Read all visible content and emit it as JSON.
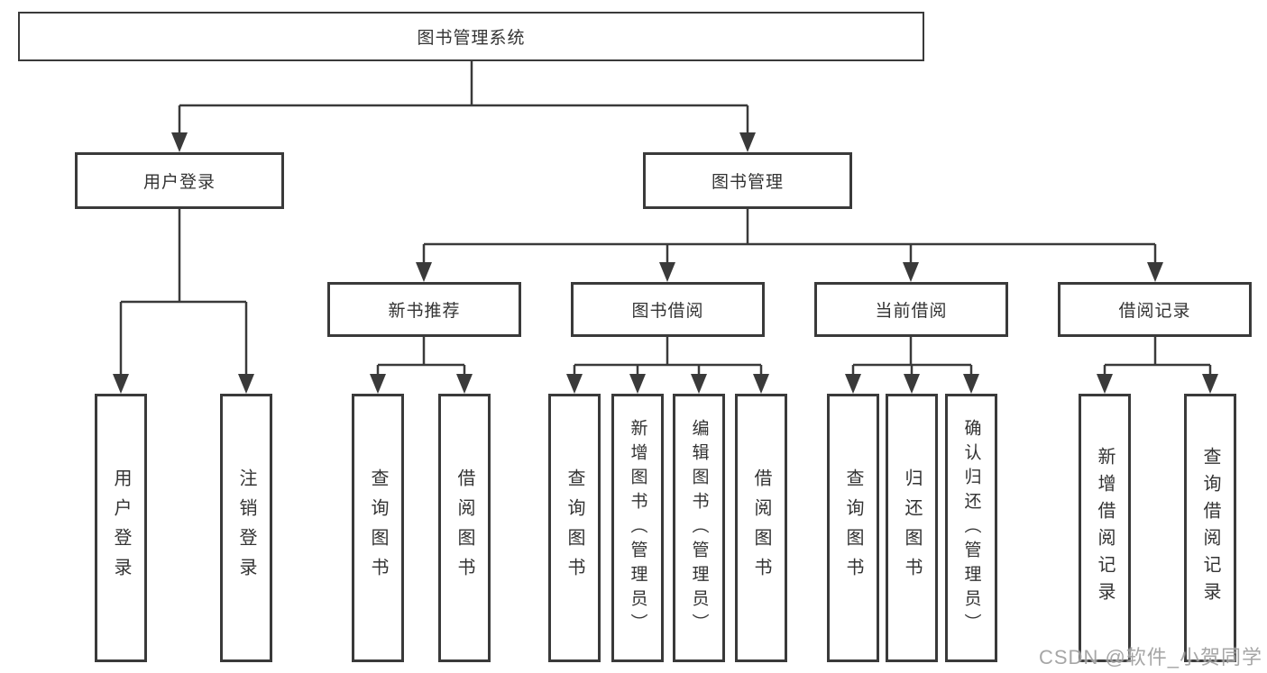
{
  "colors": {
    "line": "#3a3a3a",
    "text": "#333333",
    "box_background": "#ffffff",
    "watermark": "#969696"
  },
  "tree": {
    "root": {
      "label": "图书管理系统"
    },
    "level2": [
      {
        "label": "用户登录"
      },
      {
        "label": "图书管理"
      }
    ],
    "level3": [
      {
        "label": "新书推荐"
      },
      {
        "label": "图书借阅"
      },
      {
        "label": "当前借阅"
      },
      {
        "label": "借阅记录"
      }
    ],
    "leaves": [
      {
        "label": "用户登录"
      },
      {
        "label": "注销登录"
      },
      {
        "label": "查询图书"
      },
      {
        "label": "借阅图书"
      },
      {
        "label": "查询图书"
      },
      {
        "label": "新增图书（管理员）"
      },
      {
        "label": "编辑图书（管理员）"
      },
      {
        "label": "借阅图书"
      },
      {
        "label": "查询图书"
      },
      {
        "label": "归还图书"
      },
      {
        "label": "确认归还（管理员）"
      },
      {
        "label": "新增借阅记录"
      },
      {
        "label": "查询借阅记录"
      }
    ]
  },
  "watermark": {
    "text": "CSDN @软件_小贺同学"
  }
}
